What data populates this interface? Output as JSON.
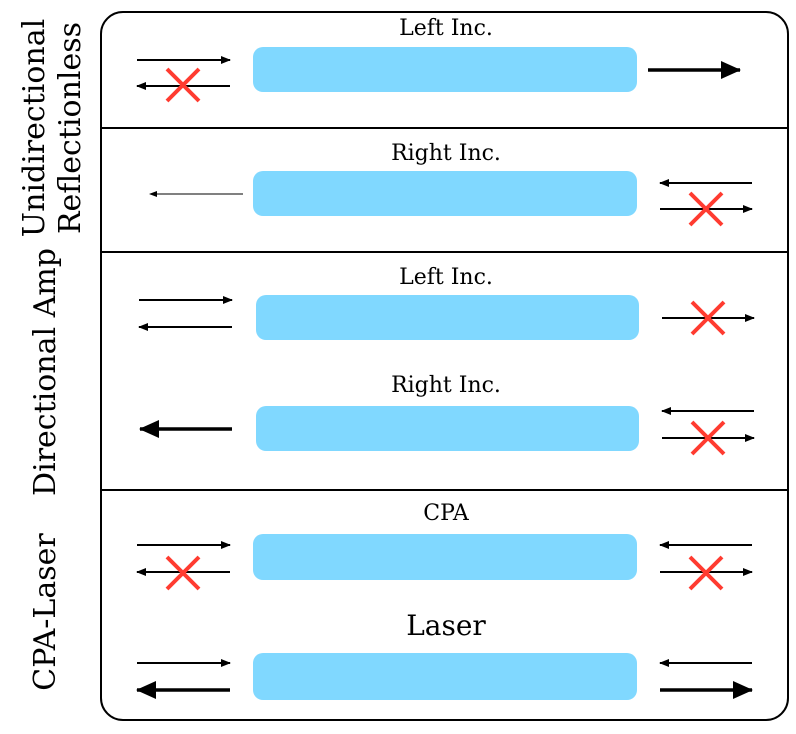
{
  "groups": {
    "unidirectional": {
      "line1": "Unidirectional",
      "line2": "Reflectionless"
    },
    "directional_amp": "Directional Amp",
    "cpa_laser": "CPA-Laser"
  },
  "sections": {
    "ur_left": "Left Inc.",
    "ur_right": "Right Inc.",
    "da_left": "Left Inc.",
    "da_right": "Right Inc.",
    "cpa": "CPA",
    "laser": "Laser"
  },
  "colors": {
    "waveguide": "#80d8ff",
    "cross": "#ff3b30",
    "frame": "#000000"
  }
}
